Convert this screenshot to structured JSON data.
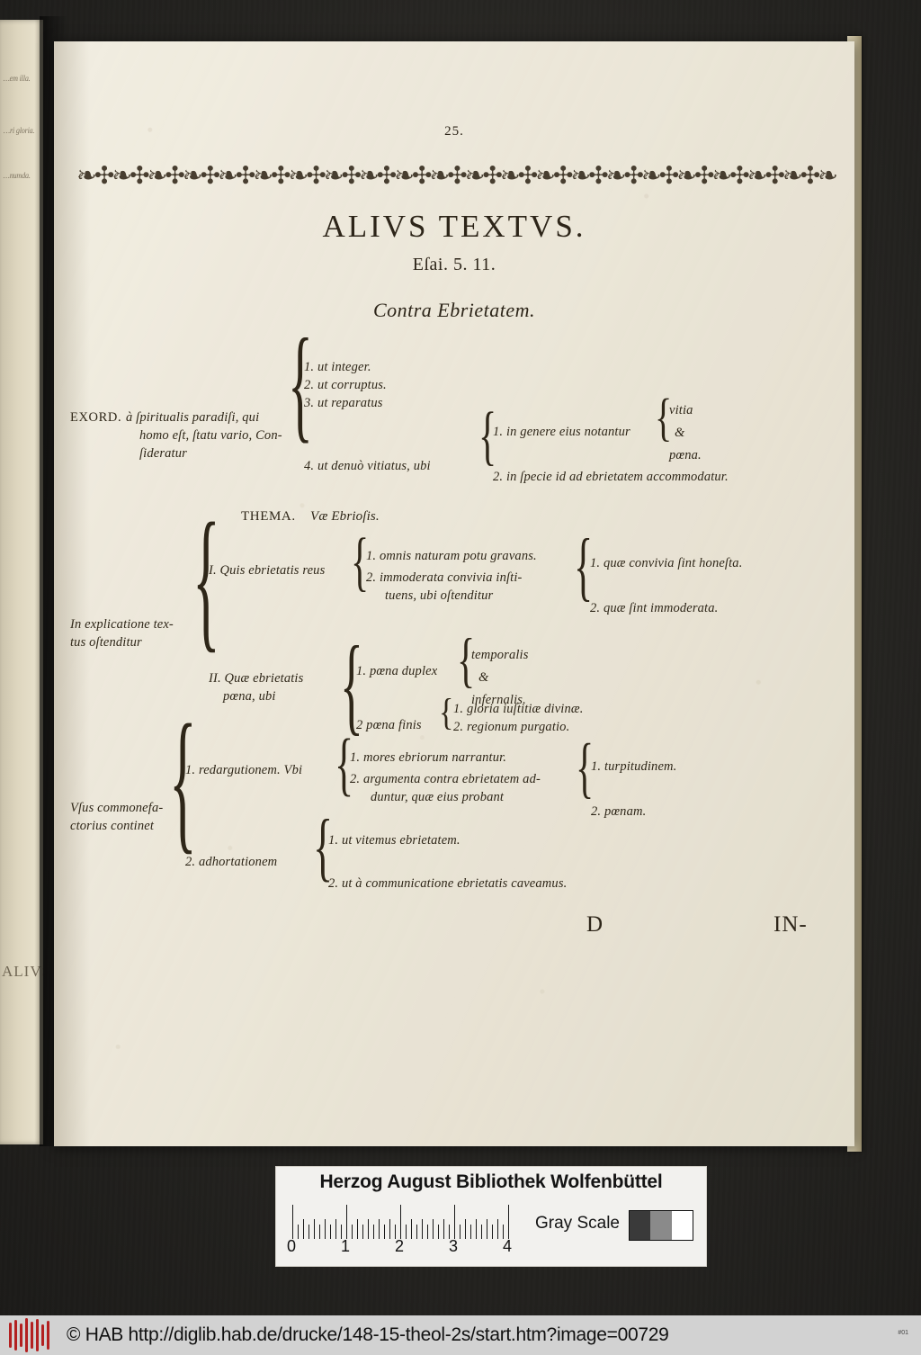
{
  "page": {
    "folio": "25.",
    "ornament": "❧✣❧✣❧✣❧✣❧✣❧✣❧✣❧✣❧✣❧✣❧✣❧✣❧✣❧✣❧✣❧✣❧✣❧✣❧✣❧✣❧✣❧",
    "title": "ALIVS TEXTVS.",
    "citation": "Eſai. 5. 11.",
    "subject": "Contra Ebrietatem.",
    "signature": "D",
    "catchword": "IN-"
  },
  "outline": {
    "exordium": {
      "label": "EXORD.",
      "lead_lines": [
        "à ſpiritualis paradiſi, qui",
        "homo eſt, ſtatu vario, Con-",
        "ſideratur"
      ],
      "items": [
        "1. ut integer.",
        "2. ut corruptus.",
        "3. ut reparatus",
        "4. ut denuò vitiatus, ubi"
      ],
      "sub_items": [
        "1. in genere eius notantur",
        "2. in ſpecie id ad ebrietatem accommodatur."
      ],
      "genere_items": [
        "vitia",
        "&",
        "pœna."
      ]
    },
    "thema": {
      "label": "THEMA.",
      "text": "Væ Ebrioſis."
    },
    "explicatio": {
      "lead_lines": [
        "In explicatione tex-",
        "tus oſtenditur"
      ],
      "part1": {
        "label": "I. Quis ebrietatis reus",
        "items": [
          "1. omnis naturam potu gravans.",
          "2. immoderata convivia inſti-",
          "tuens, ubi oſtenditur"
        ],
        "sub_items": [
          "1. quæ convivia ſint honeſta.",
          "2. quæ ſint immoderata."
        ]
      },
      "part2": {
        "label_lines": [
          "II. Quæ ebrietatis",
          "pœna, ubi"
        ],
        "items": [
          "1. pœna duplex",
          "2 pœna finis"
        ],
        "duplex_items": [
          "temporalis",
          "&",
          "infernalis."
        ],
        "finis_items": [
          "1. gloria iuſtitiæ divinæ.",
          "2. regionum purgatio."
        ]
      }
    },
    "usus": {
      "lead_lines": [
        "Vſus commonefa-",
        "ctorius continet"
      ],
      "items": [
        "1. redargutionem. Vbi",
        "2. adhortationem"
      ],
      "redargutio_items": [
        "1. mores ebriorum narrantur.",
        "2. argumenta contra ebrietatem ad-",
        "duntur, quæ eius probant"
      ],
      "probant_items": [
        "1. turpitudinem.",
        "2. pœnam."
      ],
      "adhortatio_items": [
        "1. ut vitemus ebrietatem.",
        "2. ut à communicatione ebrietatis caveamus."
      ]
    }
  },
  "marginalia": {
    "fragments": [
      "…em illa.",
      "…ri gloria.",
      "…numda."
    ],
    "large": "ALIVS"
  },
  "color_target": {
    "title": "Herzog August Bibliothek Wolfenbüttel",
    "ruler_numbers": [
      "0",
      "1",
      "2",
      "3",
      "4"
    ],
    "gray_scale_label": "Gray Scale",
    "patches": [
      "#3a3a3a",
      "#8a8a8a",
      "#ffffff"
    ]
  },
  "credit": {
    "text": "© HAB http://diglib.hab.de/drucke/148-15-theol-2s/start.htm?image=00729",
    "id": "#01"
  },
  "colors": {
    "paper": "#ece6d5",
    "ink": "#2d2519",
    "backdrop": "#262626",
    "credit_bar": "#d2d2d2"
  }
}
